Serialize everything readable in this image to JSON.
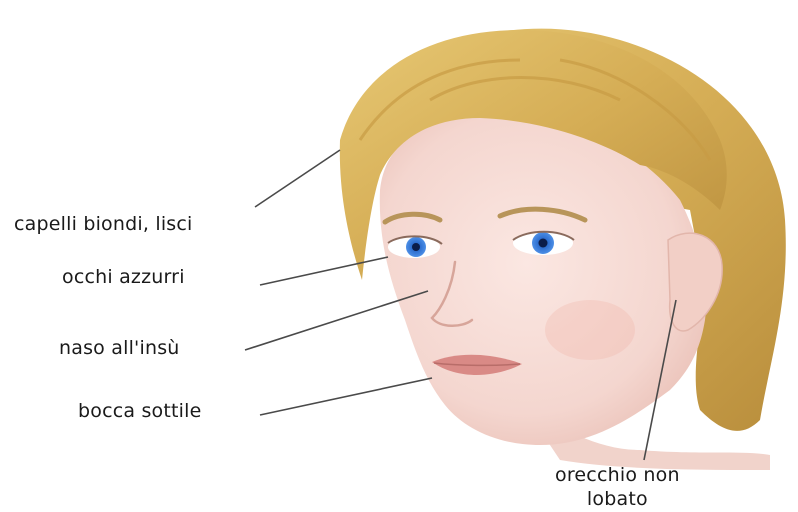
{
  "labels": {
    "hair": "capelli biondi, lisci",
    "eyes": "occhi azzurri",
    "nose": "naso all'insù",
    "mouth": "bocca sottile",
    "ear_line1": "orecchio non",
    "ear_line2": "lobato"
  },
  "colors": {
    "hair": "#d8b45a",
    "skin": "#f6dcd6",
    "iris": "#2e6fd0",
    "lips": "#d98a86",
    "leader_line": "#4a4a4a"
  }
}
